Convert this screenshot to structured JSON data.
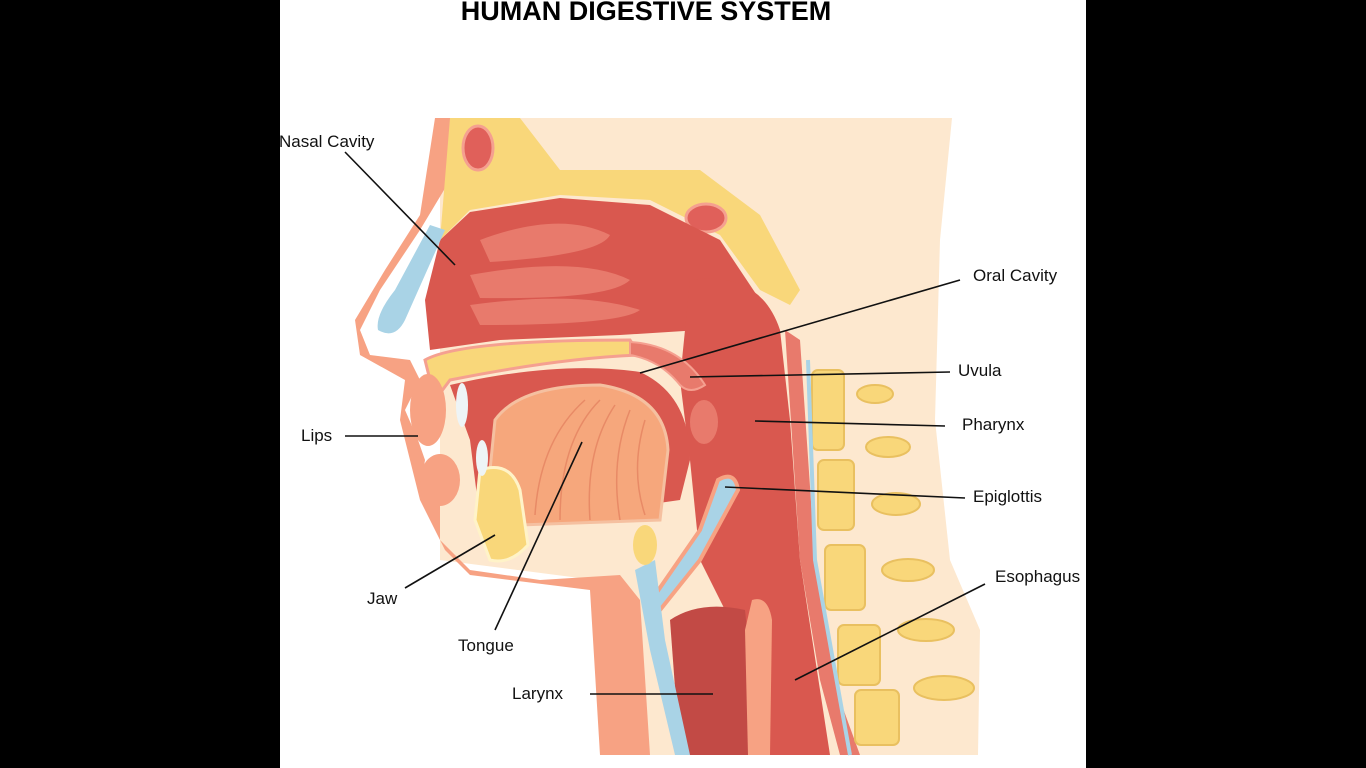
{
  "title": "HUMAN DIGESTIVE SYSTEM",
  "labels": {
    "nasal_cavity": "Nasal Cavity",
    "oral_cavity": "Oral Cavity",
    "uvula": "Uvula",
    "pharynx": "Pharynx",
    "epiglottis": "Epiglottis",
    "esophagus": "Esophagus",
    "lips": "Lips",
    "jaw": "Jaw",
    "tongue": "Tongue",
    "larynx": "Larynx"
  },
  "colors": {
    "skin": "#fde8cf",
    "tissue": "#f7a283",
    "cavity": "#d9584f",
    "bone": "#f9d77a",
    "cartilage": "#a9d3e6",
    "tongue": "#f6a77c"
  }
}
